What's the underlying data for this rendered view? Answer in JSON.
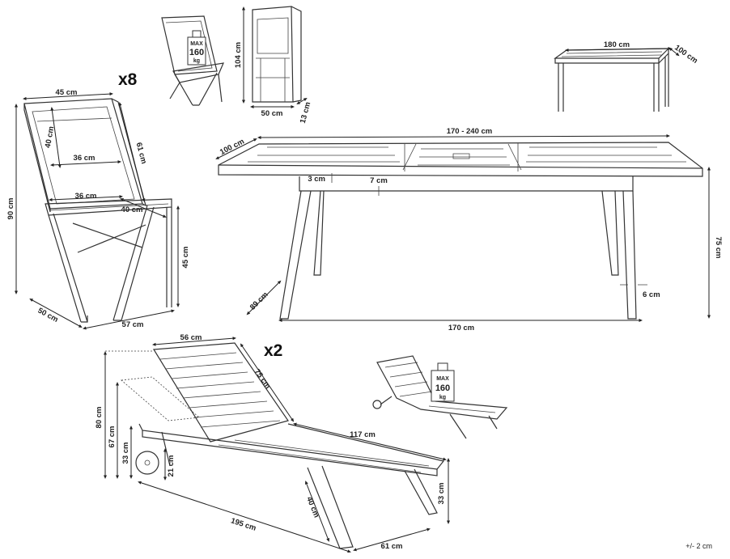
{
  "multipliers": {
    "chairs": "x8",
    "loungers": "x2"
  },
  "badge": {
    "top": "MAX",
    "value": "160",
    "unit": "kg"
  },
  "chair_side_dims": {
    "top_width": "45 cm",
    "back_inner_height": "40 cm",
    "back_inner_width": "36 cm",
    "back_height": "61 cm",
    "total_height": "90 cm",
    "seat_width": "36 cm",
    "seat_depth": "40 cm",
    "seat_height": "45 cm",
    "base_depth": "50 cm",
    "base_width": "57 cm"
  },
  "chair_folded_dims": {
    "height": "104 cm",
    "width": "50 cm",
    "depth": "13 cm"
  },
  "table_small_dims": {
    "length": "180 cm",
    "width": "100 cm"
  },
  "table_dims": {
    "length_ext": "170 - 240 cm",
    "width": "100 cm",
    "top_thickness": "3 cm",
    "apron": "7 cm",
    "height": "75 cm",
    "leg_span": "89 cm",
    "leg_width": "6 cm",
    "base_length": "170 cm"
  },
  "lounger_dims": {
    "back_width": "56 cm",
    "back_length": "75 cm",
    "height_max": "80 cm",
    "height_mid": "67 cm",
    "height_low": "33 cm",
    "wheel": "21 cm",
    "seat_length": "117 cm",
    "leg_height": "33 cm",
    "leg_length": "40 cm",
    "total_length": "195 cm",
    "width": "61 cm"
  },
  "tolerance": "+/- 2 cm"
}
